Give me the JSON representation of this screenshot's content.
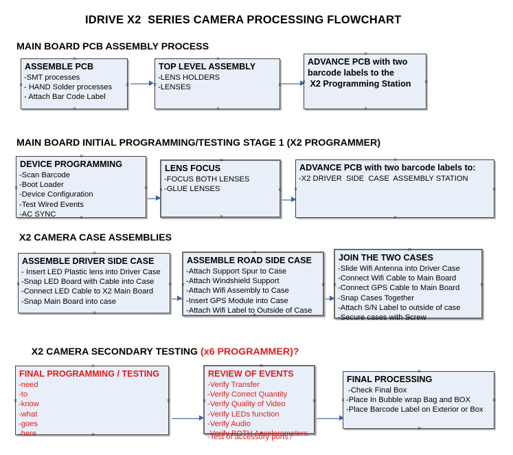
{
  "document": {
    "title": "IDRIVE X2  SERIES CAMERA PROCESSING FLOWCHART",
    "accent_red": "#e01b1b",
    "box_fill": "#e9eff8",
    "box_border": "#3f3f3f",
    "connector_color": "#8aa6c4",
    "arrow_color": "#3a66a8"
  },
  "sections": [
    {
      "id": "main-board-pcb-assembly-process",
      "title": "MAIN BOARD PCB ASSEMBLY PROCESS",
      "title_red": "",
      "boxes": [
        {
          "id": "assemble-pcb",
          "title": "ASSEMBLE PCB",
          "lines": [
            "-SMT processes",
            "- HAND Solder processes",
            "- Attach Bar Code Label"
          ]
        },
        {
          "id": "top-level-assembly",
          "title": "TOP LEVEL ASSEMBLY",
          "lines": [
            "-LENS HOLDERS",
            "-LENSES"
          ]
        },
        {
          "id": "advance-pcb-programming-station",
          "title": "ADVANCE PCB with two",
          "title_lines": [
            "ADVANCE PCB with two",
            "barcode labels to the",
            " X2 Programming Station"
          ],
          "lines": []
        }
      ]
    },
    {
      "id": "main-board-initial-programming",
      "title": "MAIN BOARD INITIAL PROGRAMMING/TESTING STAGE 1 (X2 PROGRAMMER)",
      "title_red": "",
      "boxes": [
        {
          "id": "device-programming",
          "title": "DEVICE PROGRAMMING",
          "lines": [
            "-Scan Barcode",
            "-Boot Loader",
            "-Device Configuration",
            "-Test Wired Events",
            "-AC SYNC"
          ]
        },
        {
          "id": "lens-focus",
          "title": "LENS FOCUS",
          "lines": [
            "-FOCUS BOTH LENSES",
            "-GLUE LENSES"
          ]
        },
        {
          "id": "advance-pcb-driver-side-case",
          "title": "ADVANCE PCB with two barcode labels to:",
          "lines": [
            "-X2 DRIVER  SIDE  CASE  ASSEMBLY STATION"
          ]
        }
      ]
    },
    {
      "id": "x2-camera-case-assemblies",
      "title": "X2 CAMERA CASE ASSEMBLIES",
      "title_red": "",
      "boxes": [
        {
          "id": "assemble-driver-side-case",
          "title": "ASSEMBLE DRIVER SIDE CASE",
          "lines": [
            "- Insert LED Plastic lens into Driver Case",
            "-Snap LED Board with Cable into Case",
            "-Connect LED Cable to X2 Main Board",
            "-Snap Main Board into case"
          ]
        },
        {
          "id": "assemble-road-side-case",
          "title": "ASSEMBLE ROAD SIDE CASE",
          "lines": [
            "-Attach Support Spur to Case",
            "-Attach Windshield Support",
            "-Attach Wifi Assembly to Case",
            "-Insert GPS Module into Case",
            "-Attach Wifi Label to Outside of Case"
          ]
        },
        {
          "id": "join-the-two-cases",
          "title": "JOIN THE TWO CASES",
          "lines": [
            "-Slide Wifi Antenna into Driver Case",
            "-Connect Wifi Cable to Main Board",
            "-Connect GPS Cable to Main Board",
            "-Snap Cases Together",
            "-Attach S/N Label to outside of case",
            "-Secure cases with Screw"
          ]
        }
      ]
    },
    {
      "id": "x2-camera-secondary-testing",
      "title": "X2 CAMERA SECONDARY TESTING ",
      "title_red": "(x6 PROGRAMMER)?",
      "boxes": [
        {
          "id": "final-programming-testing",
          "title": "FINAL PROGRAMMING / TESTING",
          "lines": [
            "-need",
            "-to",
            "-know",
            "-what",
            "-goes",
            "-here"
          ]
        },
        {
          "id": "review-of-events",
          "title": "REVIEW OF EVENTS",
          "lines": [
            "-Verify Transfer",
            "-Verify Correct Quantity",
            "-Verify Quality of Video",
            "-Verify LEDs function",
            "-Verify Audio",
            "-Verify BOTH Accelerometers"
          ],
          "overflow_line": "-Test of accessory ports?"
        },
        {
          "id": "final-processing",
          "title": "FINAL PROCESSING",
          "lines": [
            " -Check Final Box",
            "-Place In Bubble wrap Bag and BOX",
            "-Place Barcode Label on Exterior or Box"
          ]
        }
      ]
    }
  ]
}
